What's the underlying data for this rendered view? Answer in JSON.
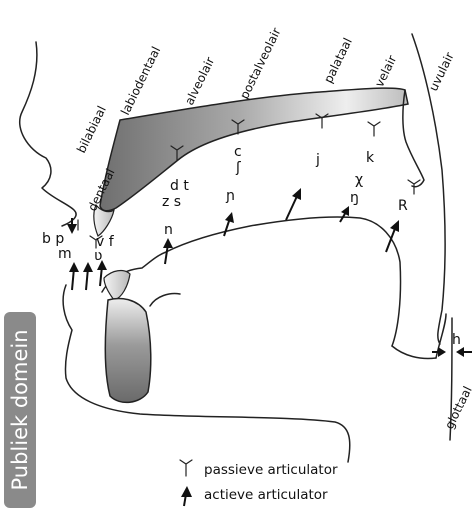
{
  "places": {
    "bilabiaal": "bilabiaal",
    "labiodentaal": "labiodentaal",
    "dentaal": "dentaal",
    "alveolair": "alveolair",
    "postalveolair": "postalveolair",
    "palataal": "palataal",
    "velair": "velair",
    "uvulair": "uvulair",
    "glottaal": "glottaal"
  },
  "phonemes": {
    "bp": "b p",
    "m": "m",
    "vf": "v f",
    "labiodental_approx": "ʋ",
    "dt": "d t",
    "zs": "z s",
    "n": "n",
    "palatal_nasal": "ɲ",
    "c": "c",
    "sh": "ʃ",
    "j": "j",
    "k": "k",
    "chi": "χ",
    "eng": "ŋ",
    "R": "R",
    "h": "h"
  },
  "legend": {
    "passive": "passieve articulator",
    "active": "actieve articulator"
  },
  "badge": "Publiek domein",
  "colors": {
    "palate_dark": "#6f6f6f",
    "palate_light": "#e6e6e6",
    "jaw": "#7c7c7c",
    "badge_bg": "#8a8a8a"
  }
}
